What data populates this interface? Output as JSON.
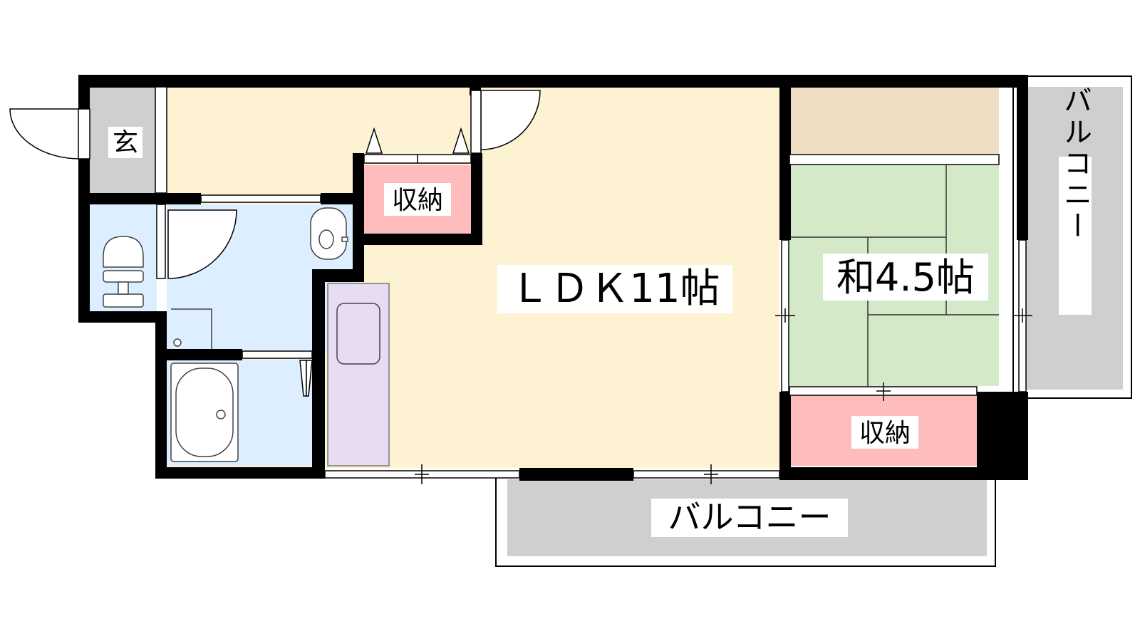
{
  "rooms": {
    "genkan": "玄",
    "ldk": "ＬＤＫ11帖",
    "washitsu": "和4.5帖",
    "storage_top": "収納",
    "storage_right": "収納",
    "balcony_right": "バルコニー",
    "balcony_bottom": "バルコニー"
  },
  "colors": {
    "wall": "#000000",
    "ldk_floor": "#fdf2d2",
    "wet_area": "#dceeff",
    "tatami": "#d3e9c8",
    "oshiire_top": "#efdec3",
    "storage": "#ffbcbc",
    "kitchen": "#e8dcf2",
    "balcony": "#cfcfcf",
    "genkan": "#cfcfcf"
  }
}
